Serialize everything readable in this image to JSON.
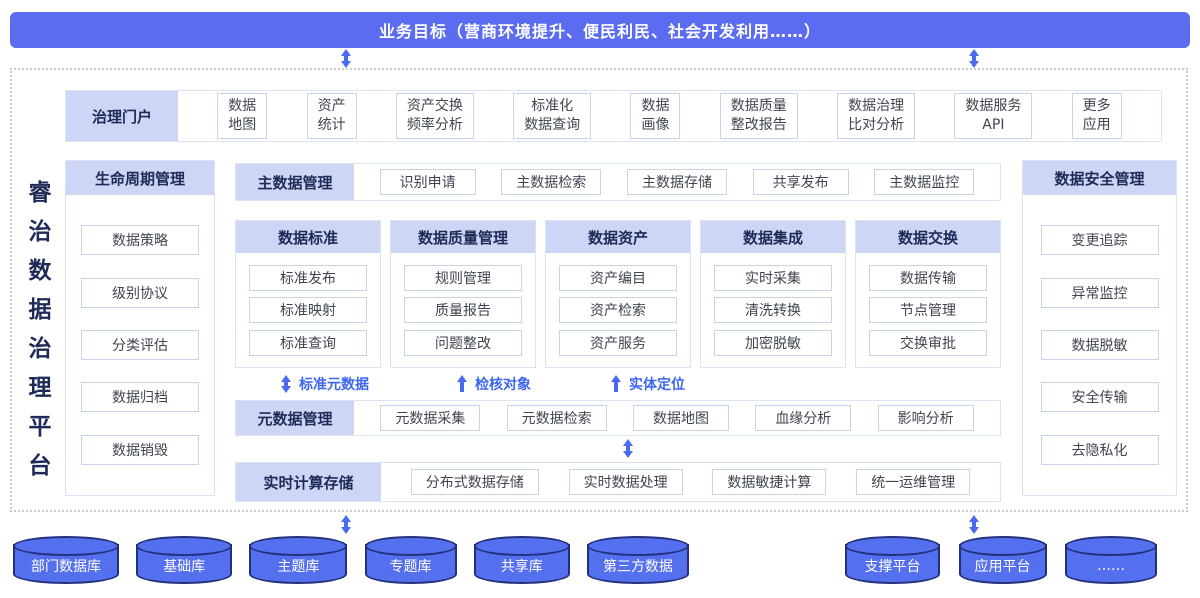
{
  "colors": {
    "accent_blue": "#5b6cf0",
    "header_bg": "#cdd6f5",
    "header_text": "#1e2b58",
    "arrow_blue": "#4a6af0",
    "cylinder_blue": "#5570ef",
    "item_border": "#c7d3ea",
    "item_text": "#3f4550"
  },
  "banner": {
    "title": "业务目标（营商环境提升、便民利民、社会开发利用……）"
  },
  "platform_title": "睿治数据治理平台",
  "portal": {
    "label": "治理门户",
    "items": [
      [
        "数据",
        "地图"
      ],
      [
        "资产",
        "统计"
      ],
      [
        "资产交换",
        "频率分析"
      ],
      [
        "标准化",
        "数据查询"
      ],
      [
        "数据",
        "画像"
      ],
      [
        "数据质量",
        "整改报告"
      ],
      [
        "数据治理",
        "比对分析"
      ],
      [
        "数据服务",
        "API"
      ],
      [
        "更多",
        "应用"
      ]
    ]
  },
  "lifecycle": {
    "label": "生命周期管理",
    "items": [
      "数据策略",
      "级别协议",
      "分类评估",
      "数据归档",
      "数据销毁"
    ]
  },
  "master": {
    "label": "主数据管理",
    "items": [
      "识别申请",
      "主数据检索",
      "主数据存储",
      "共享发布",
      "主数据监控"
    ]
  },
  "capability_columns": [
    {
      "label": "数据标准",
      "items": [
        "标准发布",
        "标准映射",
        "标准查询"
      ]
    },
    {
      "label": "数据质量管理",
      "items": [
        "规则管理",
        "质量报告",
        "问题整改"
      ]
    },
    {
      "label": "数据资产",
      "items": [
        "资产编目",
        "资产检索",
        "资产服务"
      ]
    },
    {
      "label": "数据集成",
      "items": [
        "实时采集",
        "清洗转换",
        "加密脱敏"
      ]
    },
    {
      "label": "数据交换",
      "items": [
        "数据传输",
        "节点管理",
        "交换审批"
      ]
    }
  ],
  "flow_labels": [
    "标准元数据",
    "检核对象",
    "实体定位"
  ],
  "metadata": {
    "label": "元数据管理",
    "items": [
      "元数据采集",
      "元数据检索",
      "数据地图",
      "血缘分析",
      "影响分析"
    ]
  },
  "realtime": {
    "label": "实时计算存储",
    "items": [
      "分布式数据存储",
      "实时数据处理",
      "数据敏捷计算",
      "统一运维管理"
    ]
  },
  "security": {
    "label": "数据安全管理",
    "items": [
      "变更追踪",
      "异常监控",
      "数据脱敏",
      "安全传输",
      "去隐私化"
    ]
  },
  "datasources": [
    "部门数据库",
    "基础库",
    "主题库",
    "专题库",
    "共享库",
    "第三方数据"
  ],
  "platforms": [
    "支撑平台",
    "应用平台",
    "……"
  ]
}
